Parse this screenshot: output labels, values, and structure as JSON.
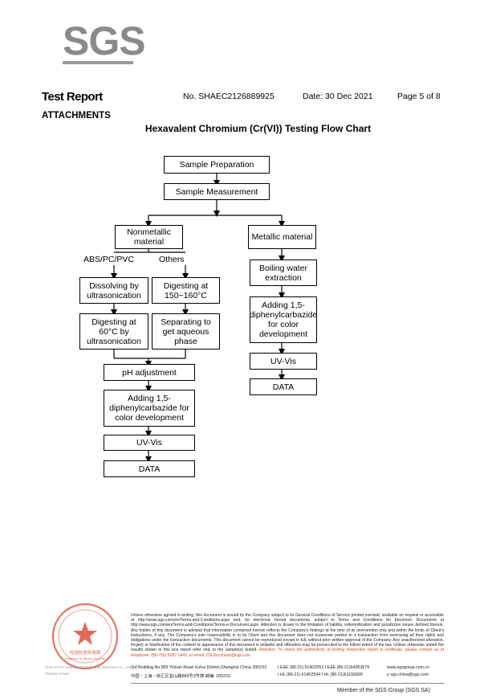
{
  "header": {
    "logo": "SGS",
    "title": "Test Report",
    "report_no": "No. SHAEC2126889925",
    "date": "Date: 30 Dec 2021",
    "page": "Page 5 of 8"
  },
  "attachments_label": "ATTACHMENTS",
  "chart_title": "Hexavalent Chromium (Cr(VI)) Testing Flow Chart",
  "flow": {
    "sample_prep": "Sample Preparation",
    "sample_meas": "Sample Measurement",
    "nonmetallic": "Nonmetallic material",
    "metallic": "Metallic material",
    "abs_label": "ABS/PC/PVC",
    "others_label": "Others",
    "dissolving": "Dissolving by ultrasonication",
    "digesting_150": "Digesting at 150~160°C",
    "digesting_60": "Digesting at 60°C by ultrasonication",
    "separating": "Separating to get aqueous phase",
    "ph": "pH adjustment",
    "adding_left": "Adding 1,5-diphenylcarbazide for color development",
    "uvvis_left": "UV-Vis",
    "data_left": "DATA",
    "boiling": "Boiling water extraction",
    "adding_right": "Adding 1,5-diphenylcarbazide for color development",
    "uvvis_right": "UV-Vis",
    "data_right": "DATA"
  },
  "footer": {
    "stamp_text": "检验检测专用章",
    "stamp_sub": "Inspection & Testing Services",
    "legal": "Unless otherwise agreed in writing, this document is issued by the Company subject to its General Conditions of Service printed overleaf, available on request or accessible at http://www.sgs.com/en/Terms-and-Conditions.aspx and, for electronic format documents, subject to Terms and Conditions for Electronic Documents at http://www.sgs.com/en/Terms-and-Conditions/Terms-e-Document.aspx. Attention is drawn to the limitation of liability, indemnification and jurisdiction issues defined therein. Any holder of this document is advised that information contained hereon reflects the Company's findings at the time of its intervention only and within the limits of Client's instructions, if any. The Company's sole responsibility is to its Client and this document does not exonerate parties to a transaction from exercising all their rights and obligations under the transaction documents. This document cannot be reproduced except in full, without prior written approval of the Company. Any unauthorized alteration, forgery or falsification of the content or appearance of this document is unlawful and offenders may be prosecuted to the fullest extent of the law. Unless otherwise stated the results shown in this test report refer only to the sample(s) tested.",
    "attention": "Attention: To check the authenticity of testing /inspection report & certificate, please contact us at telephone: (86-755) 8307 1443, or email: CN.Doccheck@sgs.com",
    "side_1": "SGS-CSTC Standards Technical Services Co., Ltd.",
    "side_2": "Testing Center",
    "addr_en": "3rd Building,No.889 Yishan Road Xuhui District,Shanghai China   200233",
    "addr_cn": "中国・上海・徐汇区宜山路889号3号楼   邮编: 200233",
    "tel_en": "t E&E (86-21) 61402553   f E&E (86-21)64953679",
    "tel_cn": "t HL (86-21) 61402594   f HL (86-21)61156899",
    "web": "www.sgsgroup.com.cn",
    "email": "e sgs.china@sgs.com",
    "member": "Member of the SGS Group (SGS SA)"
  }
}
